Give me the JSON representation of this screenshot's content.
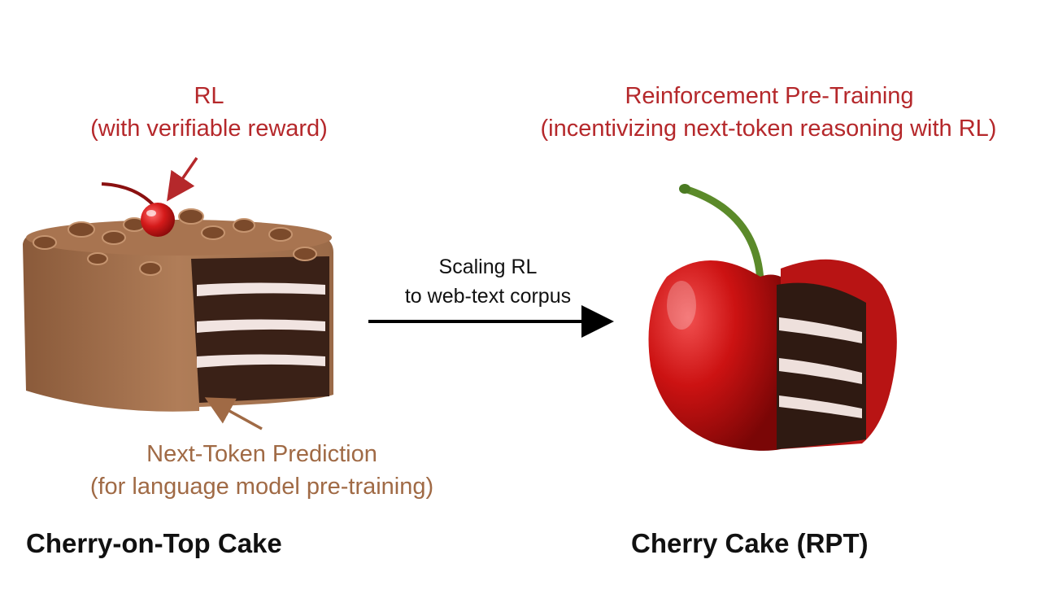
{
  "left": {
    "rl_line1": "RL",
    "rl_line2": "(with verifiable reward)",
    "ntp_line1": "Next-Token Prediction",
    "ntp_line2": "(for language model pre-training)",
    "title": "Cherry-on-Top Cake"
  },
  "middle": {
    "arrow_line1": "Scaling RL",
    "arrow_line2": "to web-text corpus"
  },
  "right": {
    "rpt_line1": "Reinforcement Pre-Training",
    "rpt_line2": "(incentivizing next-token reasoning with RL)",
    "title": "Cherry Cake (RPT)"
  },
  "colors": {
    "rl_red": "#b5282b",
    "ntp_brown": "#a06a45",
    "text_dark": "#111111"
  },
  "icons": {
    "left_image": "chocolate-cake-with-cherry-icon",
    "right_image": "cherry-shaped-cake-icon",
    "center_arrow": "right-arrow-icon"
  }
}
